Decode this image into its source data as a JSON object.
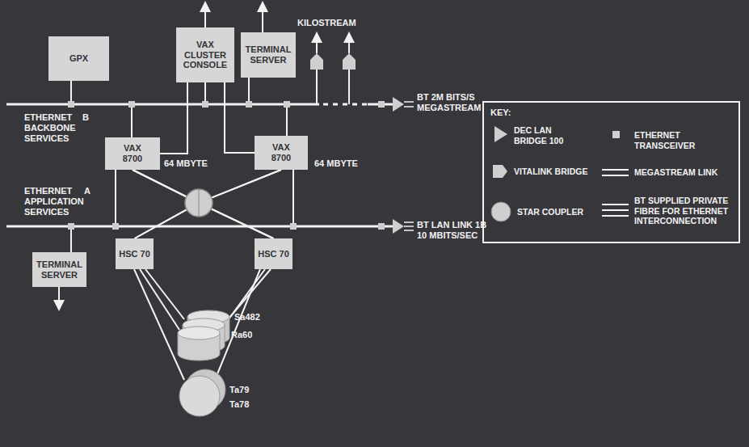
{
  "diagram": {
    "nodes": [
      {
        "text": [
          "GPX"
        ]
      },
      {
        "text": [
          "VAX CLUSTER CONSOLE"
        ]
      },
      {
        "text": [
          "TERMINAL SERVER"
        ]
      },
      {
        "text": [
          "VAX 8700"
        ]
      },
      {
        "text": [
          "VAX 8700"
        ]
      },
      {
        "text": [
          "HSC 70"
        ]
      },
      {
        "text": [
          "HSC 70"
        ]
      },
      {
        "text": [
          "TERMINAL SERVER"
        ]
      }
    ],
    "edges": [
      {
        "from": 1,
        "to": 3,
        "arrow": "none"
      },
      {
        "from": 1,
        "to": 4,
        "arrow": "none"
      },
      {
        "from": 3,
        "to": 5,
        "arrow": "none"
      },
      {
        "from": 3,
        "to": 6,
        "arrow": "none"
      },
      {
        "from": 4,
        "to": 5,
        "arrow": "none"
      },
      {
        "from": 4,
        "to": 6,
        "arrow": "none"
      }
    ],
    "labels": [
      "KILOSTREAM",
      "ETHERNET BACKBONE SERVICES",
      "B",
      "64 MBYTE",
      "64 MBYTE",
      "BT 2M BITS/S MEGASTREAM",
      "ETHERNET APPLICATION SERVICES",
      "A",
      "BT LAN LINK 1B 10 MBITS/SEC",
      "Sa482",
      "Ra60",
      "Ta79",
      "Ta78",
      "KEY:"
    ],
    "legend": [
      {
        "text": "DEC LAN BRIDGE 100"
      },
      {
        "text": "ETHERNET TRANSCEIVER"
      },
      {
        "text": "VITALINK BRIDGE"
      },
      {
        "text": "MEGASTREAM LINK"
      },
      {
        "text": "STAR COUPLER"
      },
      {
        "text": "BT SUPPLIED PRIVATE FIBRE FOR ETHERNET INTERCONNECTION"
      }
    ]
  }
}
